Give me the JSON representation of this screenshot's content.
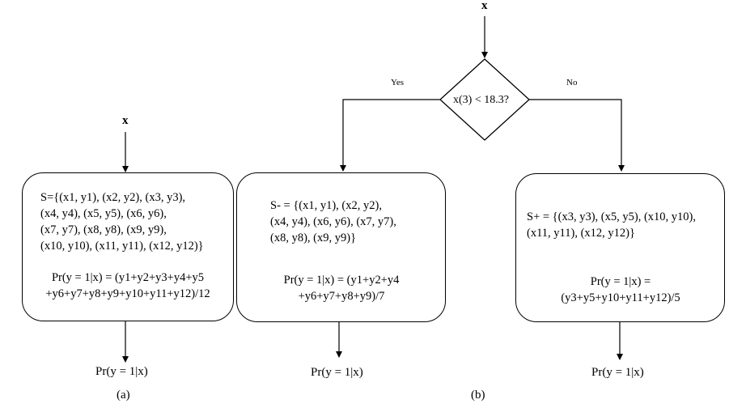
{
  "panel_a": {
    "input": "x",
    "set_lines": [
      "S={(x1, y1), (x2, y2), (x3, y3),",
      "(x4, y4), (x5, y5), (x6, y6),",
      "(x7, y7), (x8, y8), (x9, y9),",
      "(x10, y10), (x11, y11), (x12, y12)}"
    ],
    "prob_lines": [
      "Pr(y = 1|x) = (y1+y2+y3+y4+y5",
      "+y6+y7+y8+y9+y10+y11+y12)/12"
    ],
    "output": "Pr(y = 1|x)",
    "caption": "(a)"
  },
  "panel_b": {
    "input": "x",
    "decision": "x(3) < 18.3?",
    "yes_label": "Yes",
    "no_label": "No",
    "left": {
      "set_lines": [
        "S- = {(x1, y1), (x2, y2),",
        "(x4, y4), (x6, y6), (x7, y7),",
        "(x8, y8), (x9, y9)}"
      ],
      "prob_lines": [
        "Pr(y = 1|x) = (y1+y2+y4",
        "+y6+y7+y8+y9)/7"
      ],
      "output": "Pr(y = 1|x)"
    },
    "right": {
      "set_lines": [
        "S+ = {(x3, y3), (x5, y5), (x10, y10),",
        "(x11, y11), (x12, y12)}"
      ],
      "prob_lines": [
        "Pr(y = 1|x) =",
        "(y3+y5+y10+y11+y12)/5"
      ],
      "output": "Pr(y = 1|x)"
    },
    "caption": "(b)"
  }
}
